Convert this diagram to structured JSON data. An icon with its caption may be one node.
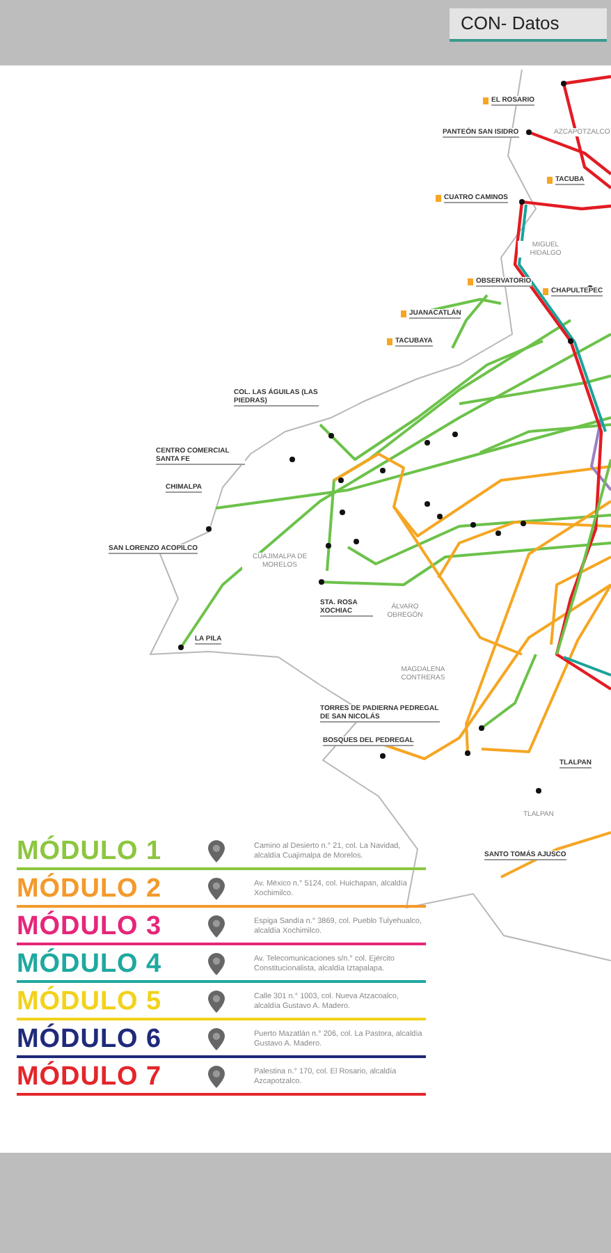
{
  "diagram": {
    "labels": [
      "CON- Datos",
      "EL ROSARIO",
      "PANTEÓN SAN ISIDRO",
      "TACUBA",
      "CUATRO CAMINOS",
      "MIGUEL HIDALGO",
      "OBSERVATORIO",
      "CHAPULTEPEC",
      "JUANACATLÁN",
      "TACUBAYA",
      "COL. LAS ÁGUILAS (LAS PIEDRAS)",
      "CENTRO COMERCIAL SANTA FE",
      "CHIMALPA",
      "SAN LORENZO ACOPILCO",
      "CUAJIMALPA DE MORELOS",
      "LA PILA",
      "STA. ROSA XOCHIAC",
      "ÁLVARO OBREGÓN",
      "MAGDALENA CONTRERAS",
      "TORRES DE PADIERNA PEDREGAL DE SAN NICOLÁS",
      "BOSQUES DEL PEDREGAL",
      "TLALPAN",
      "TLALPAN",
      "SANTO TOMÁS AJUSCO",
      "AZCAPOTZALCO",
      "Camino al Desierto n.° 21, col. La Navidad, alcaldía Cuajimalpa de Morelos.",
      "Av. México n.° 5124, col. Huichapan, alcaldía Xochimilco.",
      "Espiga Sandía n.° 3869, col. Pueblo Tulyehualco, alcaldía Xochimilco.",
      "Av. Telecomunicaciones s/n.° col. Ejército Constitucionalista, alcaldía Iztapalapa.",
      "Calle 301 n.° 1003, col. Nueva Atzacoalco, alcaldía Gustavo A. Madero.",
      "Puerto Mazatlán n.° 206, col. La Pastora, alcaldía Gustavo A. Madero.",
      "Palestina n.° 170, col. El Rosario, alcaldía Azcapotzalco."
    ],
    "legend": [
      {
        "text": "MÓDULO 1",
        "color": "#8cc63f"
      },
      {
        "text": "MÓDULO 2",
        "color": "#f39a2b"
      },
      {
        "text": "MÓDULO 3",
        "color": "#e6267a"
      },
      {
        "text": "MÓDULO 4",
        "color": "#1fa8a0"
      },
      {
        "text": "MÓDULO 5",
        "color": "#f2d21b"
      },
      {
        "text": "MÓDULO 6",
        "color": "#1f2a7a"
      },
      {
        "text": "MÓDULO 7",
        "color": "#e3262b"
      }
    ]
  }
}
